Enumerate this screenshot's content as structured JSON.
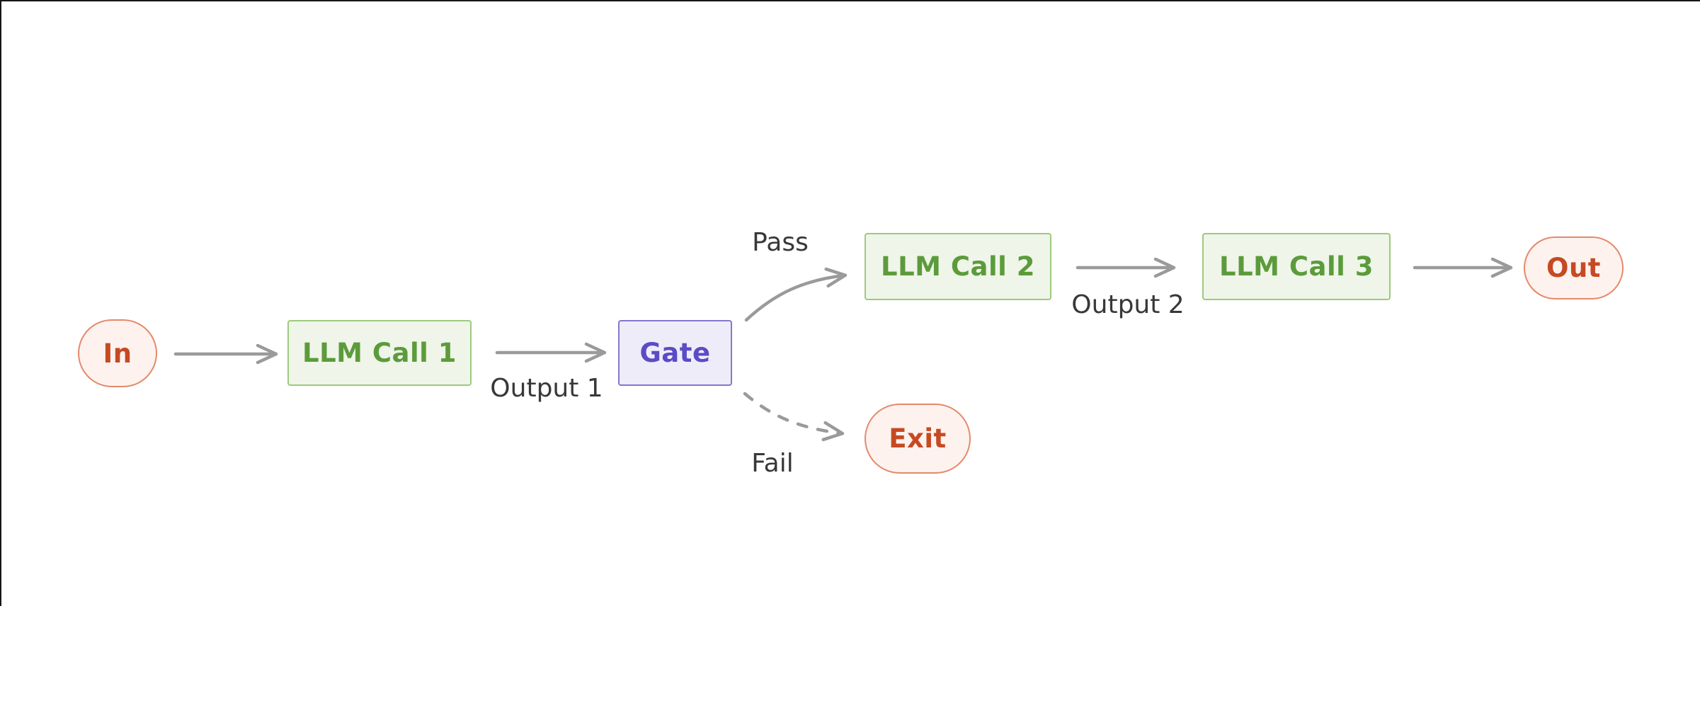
{
  "colors": {
    "canvas_bg": "#ffffff",
    "frame_border": "#161616",
    "arrow": "#9a9a9a",
    "label_text": "#383838",
    "green_fill": "#eff5e9",
    "green_border": "#9cca7d",
    "green_text": "#5c9b3b",
    "purple_fill": "#efecfa",
    "purple_border": "#8376ce",
    "purple_text": "#5b4bc4",
    "pink_fill": "#fdf2ee",
    "pink_border": "#e5896a",
    "pink_text": "#c54a24"
  },
  "diagram": {
    "type": "flowchart",
    "direction": "left-to-right",
    "nodes": {
      "in": {
        "label": "In",
        "type": "terminal"
      },
      "llm1": {
        "label": "LLM Call 1",
        "type": "process"
      },
      "gate": {
        "label": "Gate",
        "type": "decision"
      },
      "llm2": {
        "label": "LLM Call 2",
        "type": "process"
      },
      "llm3": {
        "label": "LLM Call 3",
        "type": "process"
      },
      "exit": {
        "label": "Exit",
        "type": "terminal"
      },
      "out": {
        "label": "Out",
        "type": "terminal"
      }
    },
    "edges": {
      "in_llm1": {
        "from": "In",
        "to": "LLM Call 1",
        "label": "",
        "style": "solid"
      },
      "llm1_gate": {
        "from": "LLM Call 1",
        "to": "Gate",
        "label": "Output 1",
        "style": "solid"
      },
      "gate_llm2": {
        "from": "Gate",
        "to": "LLM Call 2",
        "label": "Pass",
        "style": "solid-curved"
      },
      "gate_exit": {
        "from": "Gate",
        "to": "Exit",
        "label": "Fail",
        "style": "dashed-curved"
      },
      "llm2_llm3": {
        "from": "LLM Call 2",
        "to": "LLM Call 3",
        "label": "Output 2",
        "style": "solid"
      },
      "llm3_out": {
        "from": "LLM Call 3",
        "to": "Out",
        "label": "",
        "style": "solid"
      }
    }
  }
}
